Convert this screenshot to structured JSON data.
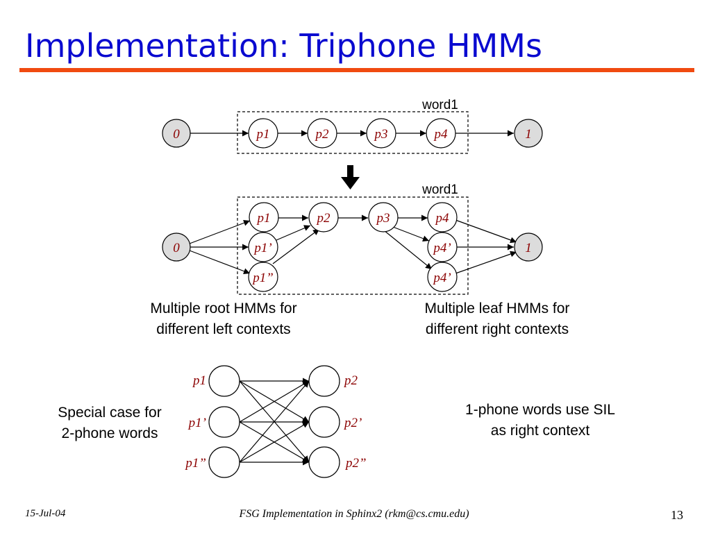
{
  "title": "Implementation: Triphone HMMs",
  "colors": {
    "title": "#0a0ad0",
    "rule": "#f04a10",
    "node_label": "#8b0000",
    "gray_node": "#dcdcdc"
  },
  "top_diagram": {
    "box_label": "word1",
    "start": "0",
    "end": "1",
    "phones": [
      "p1",
      "p2",
      "p3",
      "p4"
    ]
  },
  "transform_arrow": "down-arrow-icon",
  "mid_diagram": {
    "box_label": "word1",
    "start": "0",
    "end": "1",
    "roots": [
      "p1",
      "p1’",
      "p1”"
    ],
    "inner": [
      "p2",
      "p3"
    ],
    "leaves": [
      "p4",
      "p4’",
      "p4’"
    ]
  },
  "captions": {
    "roots_line1": "Multiple root HMMs for",
    "roots_line2": "different left contexts",
    "leaves_line1": "Multiple leaf HMMs for",
    "leaves_line2": "different right contexts",
    "special_line1": "Special case for",
    "special_line2": "2-phone words",
    "one_phone_line1": "1-phone words use SIL",
    "one_phone_line2": "as right context"
  },
  "bottom_diagram": {
    "left": [
      "p1",
      "p1’",
      "p1”"
    ],
    "right": [
      "p2",
      "p2’",
      "p2”"
    ]
  },
  "footer": {
    "date": "15-Jul-04",
    "center": "FSG Implementation in Sphinx2 (rkm@cs.cmu.edu)",
    "page": "13"
  }
}
